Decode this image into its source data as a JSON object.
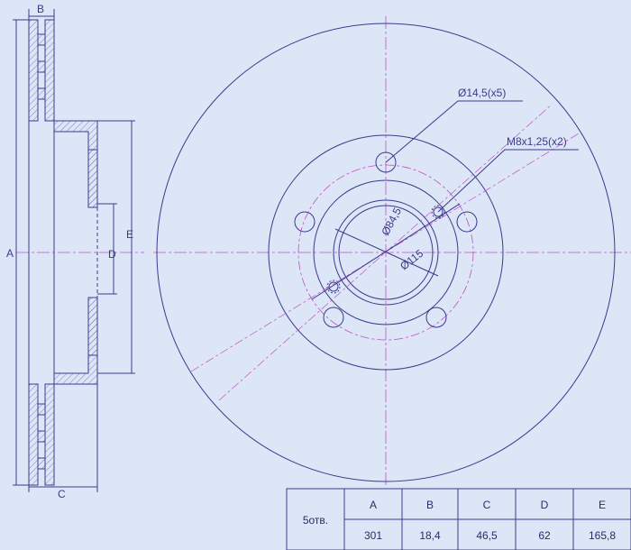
{
  "side_view": {
    "label_a": "A",
    "label_b": "B",
    "label_c": "C",
    "label_d": "D",
    "label_e": "E"
  },
  "front_view": {
    "callout_holes": "Ø14,5(x5)",
    "callout_thread": "M8x1,25(x2)",
    "dim_bore": "Ø84,5",
    "dim_pcd": "Ø115"
  },
  "spec_table": {
    "row_label": "5отв.",
    "columns": [
      "A",
      "B",
      "C",
      "D",
      "E"
    ],
    "values": [
      "301",
      "18,4",
      "46,5",
      "62",
      "165,8"
    ]
  },
  "colors": {
    "background": "#dde6f7",
    "line": "#3a3a8c",
    "centerline": "#c050c0",
    "hatch": "#6a6aa8"
  }
}
